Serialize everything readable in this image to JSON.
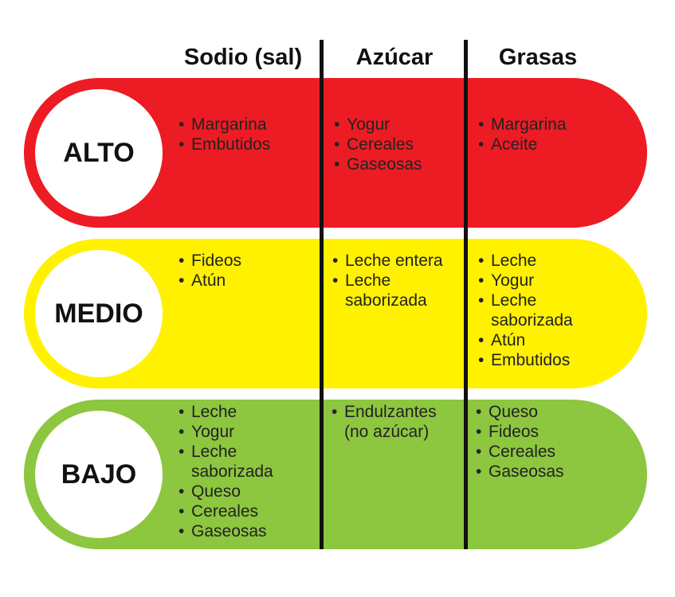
{
  "headers": {
    "sodio": "Sodio (sal)",
    "azucar": "Azúcar",
    "grasas": "Grasas"
  },
  "bullet": "•",
  "levels": [
    {
      "label": "ALTO",
      "color": "#ed1c24",
      "sodio": [
        [
          "Margarina"
        ],
        [
          "Embutidos"
        ]
      ],
      "azucar": [
        [
          "Yogur"
        ],
        [
          "Cereales"
        ],
        [
          "Gaseosas"
        ]
      ],
      "grasas": [
        [
          "Margarina"
        ],
        [
          "Aceite"
        ]
      ]
    },
    {
      "label": "MEDIO",
      "color": "#fff100",
      "sodio": [
        [
          "Fideos"
        ],
        [
          "Atún"
        ]
      ],
      "azucar": [
        [
          "Leche entera"
        ],
        [
          "Leche",
          "saborizada"
        ]
      ],
      "grasas": [
        [
          "Leche"
        ],
        [
          "Yogur"
        ],
        [
          "Leche",
          "saborizada"
        ],
        [
          "Atún"
        ],
        [
          "Embutidos"
        ]
      ]
    },
    {
      "label": "BAJO",
      "color": "#8dc63f",
      "sodio": [
        [
          "Leche"
        ],
        [
          "Yogur"
        ],
        [
          "Leche",
          "saborizada"
        ],
        [
          "Queso"
        ],
        [
          "Cereales"
        ],
        [
          "Gaseosas"
        ]
      ],
      "azucar": [
        [
          "Endulzantes",
          "(no azúcar)"
        ]
      ],
      "grasas": [
        [
          "Queso"
        ],
        [
          "Fideos"
        ],
        [
          "Cereales"
        ],
        [
          "Gaseosas"
        ]
      ]
    }
  ]
}
